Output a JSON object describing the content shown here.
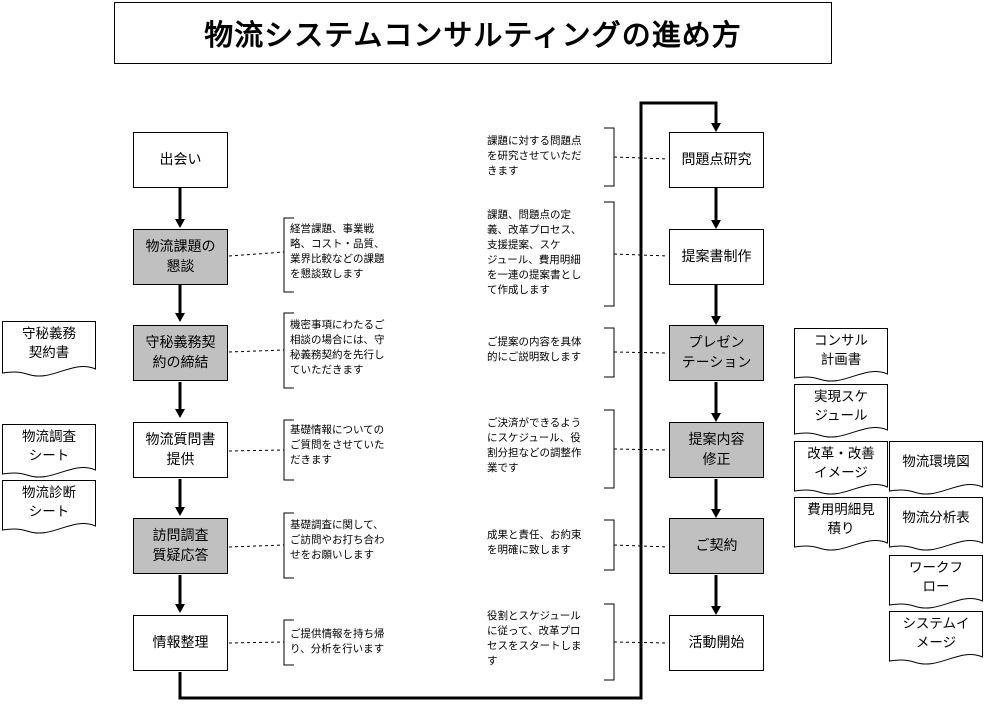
{
  "title": "物流システムコンサルティングの進め方",
  "left_flow": [
    {
      "label": "出会い",
      "shaded": false
    },
    {
      "label": "物流課題の\n懇談",
      "shaded": true
    },
    {
      "label": "守秘義務契\n約の締結",
      "shaded": true
    },
    {
      "label": "物流質問書\n提供",
      "shaded": false
    },
    {
      "label": "訪問調査\n質疑応答",
      "shaded": true
    },
    {
      "label": "情報整理",
      "shaded": false
    }
  ],
  "left_notes": [
    "経営課題、事業戦\n略、コスト・品質、\n業界比較などの課題\nを懇談致します",
    "機密事項にわたるご\n相談の場合には、守\n秘義務契約を先行し\nていただきます",
    "基礎情報についての\nご質問をさせていた\nだきます",
    "基礎調査に関して、\nご訪問やお打ち合わ\nせをお願いします",
    "ご提供情報を持ち帰\nり、分析を行います"
  ],
  "right_flow": [
    {
      "label": "問題点研究",
      "shaded": false
    },
    {
      "label": "提案書制作",
      "shaded": false
    },
    {
      "label": "プレゼン\nテーション",
      "shaded": true
    },
    {
      "label": "提案内容\n修正",
      "shaded": true
    },
    {
      "label": "ご契約",
      "shaded": true
    },
    {
      "label": "活動開始",
      "shaded": false
    }
  ],
  "right_notes": [
    "課題に対する問題点\nを研究させていただ\nきます",
    "課題、問題点の定\n義、改革プロセス、\n支援提案、スケ\nジュール、費用明細\nを一連の提案書とし\nて作成します",
    "ご提案の内容を具体\n的にご説明致します",
    "ご決済ができるよう\nにスケジュール、役\n割分担などの調整作\n業です",
    "成果と責任、お約束\nを明確に致します",
    "役割とスケジュール\nに従って、改革プロ\nセスをスタートしま\nす"
  ],
  "left_documents": [
    "守秘義務\n契約書",
    "物流調査\nシート",
    "物流診断\nシート"
  ],
  "right_documents": [
    "コンサル\n計画書",
    "実現スケ\nジュール",
    "改革・改善\nイメージ",
    "物流環境図",
    "費用明細見\n積り",
    "物流分析表",
    "ワークフ\nロー",
    "システムイ\nメージ"
  ],
  "colors": {
    "shaded": "#c0c0c0",
    "line": "#000000"
  }
}
